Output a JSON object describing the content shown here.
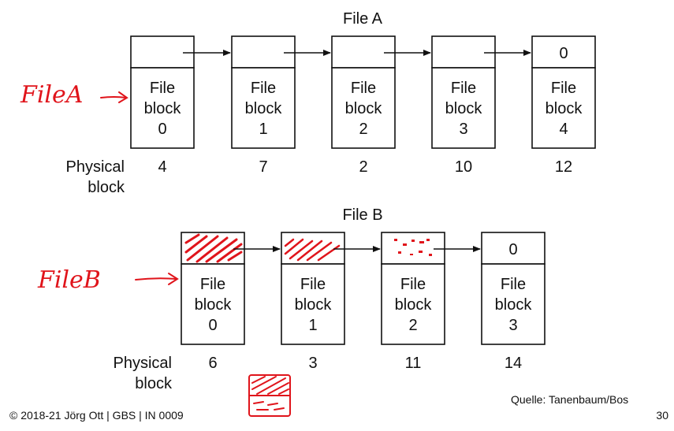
{
  "file_a": {
    "title": "File A",
    "handwritten_label": "FileA",
    "row_label_line1": "Physical",
    "row_label_line2": "block",
    "blocks": [
      {
        "line1": "File",
        "line2": "block",
        "index": "0",
        "pointer": "",
        "physical": "4"
      },
      {
        "line1": "File",
        "line2": "block",
        "index": "1",
        "pointer": "",
        "physical": "7"
      },
      {
        "line1": "File",
        "line2": "block",
        "index": "2",
        "pointer": "",
        "physical": "2"
      },
      {
        "line1": "File",
        "line2": "block",
        "index": "3",
        "pointer": "",
        "physical": "10"
      },
      {
        "line1": "File",
        "line2": "block",
        "index": "4",
        "pointer": "0",
        "physical": "12"
      }
    ]
  },
  "file_b": {
    "title": "File B",
    "handwritten_label": "FileB",
    "row_label_line1": "Physical",
    "row_label_line2": "block",
    "blocks": [
      {
        "line1": "File",
        "line2": "block",
        "index": "0",
        "pointer": "",
        "physical": "6"
      },
      {
        "line1": "File",
        "line2": "block",
        "index": "1",
        "pointer": "",
        "physical": "3"
      },
      {
        "line1": "File",
        "line2": "block",
        "index": "2",
        "pointer": "",
        "physical": "11"
      },
      {
        "line1": "File",
        "line2": "block",
        "index": "3",
        "pointer": "0",
        "physical": "14"
      }
    ]
  },
  "source": "Quelle: Tanenbaum/Bos",
  "footer_left": "© 2018-21 Jörg Ott | GBS | IN 0009",
  "page_number": "30",
  "annotation_color": "#e0141b"
}
